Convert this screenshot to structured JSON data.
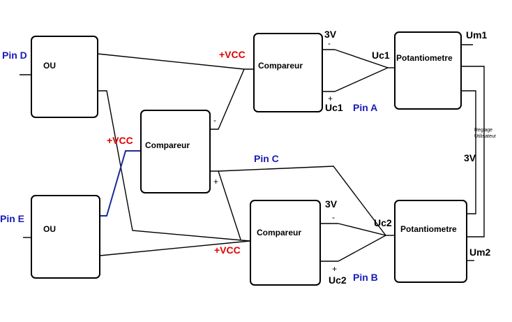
{
  "blocks": {
    "ou_top": "OU",
    "ou_bottom": "OU",
    "comp_middle": "Compareur",
    "comp_top": "Compareur",
    "comp_bottom": "Compareur",
    "pot_top": "Potantiometre",
    "pot_bottom": "Potantiometre"
  },
  "pins": {
    "pin_d": "Pin D",
    "pin_e": "Pin E",
    "pin_a": "Pin A",
    "pin_b": "Pin B",
    "pin_c": "Pin C"
  },
  "supply": {
    "vcc_top": "+VCC",
    "vcc_mid": "+VCC",
    "vcc_bottom": "+VCC"
  },
  "signals": {
    "v3_top": "3V",
    "v3_right": "3V",
    "v3_bottom": "3V",
    "uc1_a": "Uc1",
    "uc1_b": "Uc1",
    "uc2_a": "Uc2",
    "uc2_b": "Uc2",
    "um1": "Um1",
    "um2": "Um2"
  },
  "signs": {
    "minus": "-",
    "plus": "+"
  },
  "user_setting": {
    "line1": "Reglage",
    "line2": "Utilisateur"
  },
  "colors": {
    "pin_label": "#1a1ab8",
    "vcc_label": "#e00000",
    "wire": "#000000"
  }
}
